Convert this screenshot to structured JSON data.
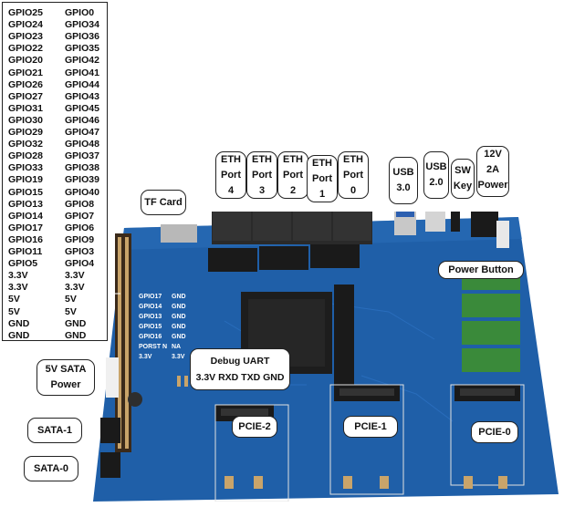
{
  "gpio_table": [
    [
      "GPIO25",
      "GPIO0"
    ],
    [
      "GPIO24",
      "GPIO34"
    ],
    [
      "GPIO23",
      "GPIO36"
    ],
    [
      "GPIO22",
      "GPIO35"
    ],
    [
      "GPIO20",
      "GPIO42"
    ],
    [
      "GPIO21",
      "GPIO41"
    ],
    [
      "GPIO26",
      "GPIO44"
    ],
    [
      "GPIO27",
      "GPIO43"
    ],
    [
      "GPIO31",
      "GPIO45"
    ],
    [
      "GPIO30",
      "GPIO46"
    ],
    [
      "GPIO29",
      "GPIO47"
    ],
    [
      "GPIO32",
      "GPIO48"
    ],
    [
      "GPIO28",
      "GPIO37"
    ],
    [
      "GPIO33",
      "GPIO38"
    ],
    [
      "GPIO19",
      "GPIO39"
    ],
    [
      "GPIO15",
      "GPIO40"
    ],
    [
      "GPIO13",
      "GPIO8"
    ],
    [
      "GPIO14",
      "GPIO7"
    ],
    [
      "GPIO17",
      "GPIO6"
    ],
    [
      "GPIO16",
      "GPIO9"
    ],
    [
      "GPIO11",
      "GPIO3"
    ],
    [
      "GPIO5",
      "GPIO4"
    ],
    [
      "3.3V",
      "3.3V"
    ],
    [
      "3.3V",
      "3.3V"
    ],
    [
      "5V",
      "5V"
    ],
    [
      "5V",
      "5V"
    ],
    [
      "GND",
      "GND"
    ],
    [
      "GND",
      "GND"
    ]
  ],
  "board_pin_header": [
    [
      "GPIO17",
      "GND"
    ],
    [
      "GPIO14",
      "GND"
    ],
    [
      "GPIO13",
      "GND"
    ],
    [
      "GPIO15",
      "GND"
    ],
    [
      "GPIO16",
      "GND"
    ],
    [
      "PORST N",
      "NA"
    ],
    [
      "3.3V",
      "3.3V"
    ]
  ],
  "callouts": {
    "eth4": [
      "ETH",
      "Port",
      "4"
    ],
    "eth3": [
      "ETH",
      "Port",
      "3"
    ],
    "eth2": [
      "ETH",
      "Port",
      "2"
    ],
    "eth1": [
      "ETH",
      "Port",
      "1"
    ],
    "eth0": [
      "ETH",
      "Port",
      "0"
    ],
    "usb30": [
      "USB",
      "3.0"
    ],
    "usb20": [
      "USB",
      "2.0"
    ],
    "swkey": [
      "SW",
      "Key"
    ],
    "power12v": [
      "12V",
      "2A",
      "Power"
    ],
    "tfcard": "TF Card",
    "power_button": "Power Button",
    "sata_power": [
      "5V SATA",
      "Power"
    ],
    "debug_uart": [
      "Debug UART",
      "3.3V  RXD  TXD  GND"
    ],
    "sata1": "SATA-1",
    "sata0": "SATA-0",
    "pcie2": "PCIE-2",
    "pcie1": "PCIE-1",
    "pcie0": "PCIE-0"
  },
  "colors": {
    "board": "#1f5fa8",
    "board_dark": "#184f90",
    "eth_jack": "#2a2a2a",
    "chip": "#1a1a1a",
    "module": "#3a8a3a"
  }
}
